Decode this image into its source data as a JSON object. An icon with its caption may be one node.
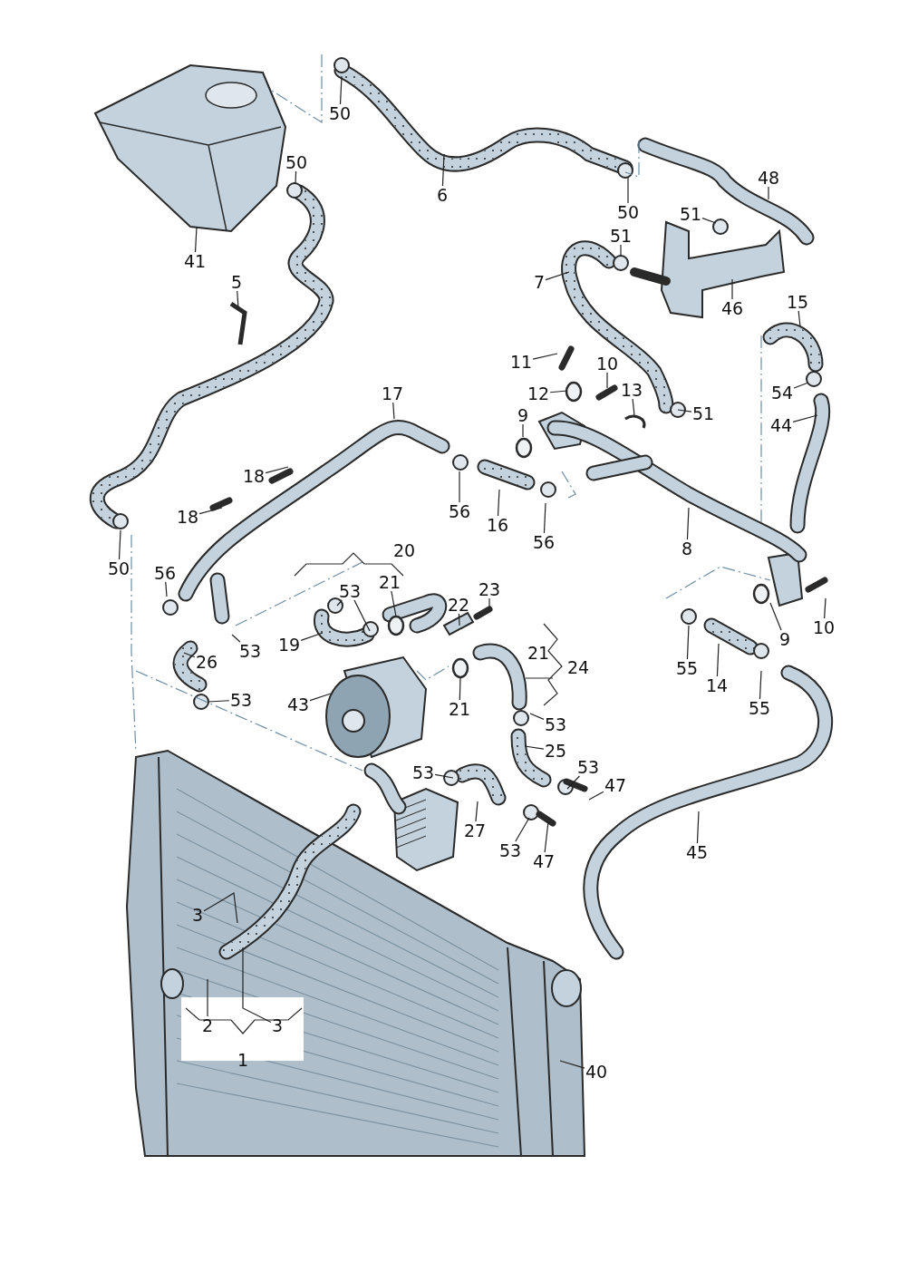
{
  "diagram": {
    "nodes": [
      {
        "text": [
          "50"
        ]
      },
      {
        "text": [
          "50"
        ]
      },
      {
        "text": [
          "6"
        ]
      },
      {
        "text": [
          "50"
        ]
      },
      {
        "text": [
          "48"
        ]
      },
      {
        "text": [
          "51"
        ]
      },
      {
        "text": [
          "41"
        ]
      },
      {
        "text": [
          "51"
        ]
      },
      {
        "text": [
          "5"
        ]
      },
      {
        "text": [
          "7"
        ]
      },
      {
        "text": [
          "46"
        ]
      },
      {
        "text": [
          "15"
        ]
      },
      {
        "text": [
          "11"
        ]
      },
      {
        "text": [
          "10"
        ]
      },
      {
        "text": [
          "12"
        ]
      },
      {
        "text": [
          "54"
        ]
      },
      {
        "text": [
          "13"
        ]
      },
      {
        "text": [
          "51"
        ]
      },
      {
        "text": [
          "17"
        ]
      },
      {
        "text": [
          "9"
        ]
      },
      {
        "text": [
          "44"
        ]
      },
      {
        "text": [
          "18"
        ]
      },
      {
        "text": [
          "56"
        ]
      },
      {
        "text": [
          "16"
        ]
      },
      {
        "text": [
          "18"
        ]
      },
      {
        "text": [
          "8"
        ]
      },
      {
        "text": [
          "56"
        ]
      },
      {
        "text": [
          "50"
        ]
      },
      {
        "text": [
          "56"
        ]
      },
      {
        "text": [
          "21"
        ]
      },
      {
        "text": [
          "53"
        ]
      },
      {
        "text": [
          "23"
        ]
      },
      {
        "text": [
          "22"
        ]
      },
      {
        "text": [
          "53"
        ]
      },
      {
        "text": [
          "19"
        ]
      },
      {
        "text": [
          "26"
        ]
      },
      {
        "text": [
          "55"
        ]
      },
      {
        "text": [
          "14"
        ]
      },
      {
        "text": [
          "53"
        ]
      },
      {
        "text": [
          "43"
        ]
      },
      {
        "text": [
          "21"
        ]
      },
      {
        "text": [
          "55"
        ]
      },
      {
        "text": [
          "53"
        ]
      },
      {
        "text": [
          "25"
        ]
      },
      {
        "text": [
          "53"
        ]
      },
      {
        "text": [
          "53"
        ]
      },
      {
        "text": [
          "47"
        ]
      },
      {
        "text": [
          "45"
        ]
      },
      {
        "text": [
          "27"
        ]
      },
      {
        "text": [
          "53"
        ]
      },
      {
        "text": [
          "47"
        ]
      },
      {
        "text": [
          "3"
        ]
      },
      {
        "text": [
          "2"
        ]
      },
      {
        "text": [
          "3"
        ]
      },
      {
        "text": [
          "40"
        ]
      },
      {
        "text": [
          "9"
        ]
      },
      {
        "text": [
          "10"
        ]
      }
    ],
    "edges": [
      {
        "from": 0,
        "to": null,
        "arrow": "none"
      },
      {
        "from": 1,
        "to": null,
        "arrow": "none"
      },
      {
        "from": 2,
        "to": null,
        "arrow": "none"
      },
      {
        "from": 3,
        "to": null,
        "arrow": "none"
      },
      {
        "from": 4,
        "to": null,
        "arrow": "none"
      },
      {
        "from": 5,
        "to": null,
        "arrow": "none"
      },
      {
        "from": 6,
        "to": null,
        "arrow": "none"
      },
      {
        "from": 7,
        "to": null,
        "arrow": "none"
      },
      {
        "from": 8,
        "to": null,
        "arrow": "none"
      },
      {
        "from": 9,
        "to": null,
        "arrow": "none"
      },
      {
        "from": 10,
        "to": null,
        "arrow": "none"
      },
      {
        "from": 11,
        "to": null,
        "arrow": "none"
      },
      {
        "from": 12,
        "to": null,
        "arrow": "none"
      },
      {
        "from": 13,
        "to": null,
        "arrow": "none"
      },
      {
        "from": 14,
        "to": null,
        "arrow": "none"
      },
      {
        "from": 15,
        "to": null,
        "arrow": "none"
      },
      {
        "from": 16,
        "to": null,
        "arrow": "none"
      },
      {
        "from": 17,
        "to": null,
        "arrow": "none"
      },
      {
        "from": 18,
        "to": null,
        "arrow": "none"
      },
      {
        "from": 19,
        "to": null,
        "arrow": "none"
      },
      {
        "from": 20,
        "to": null,
        "arrow": "none"
      },
      {
        "from": 21,
        "to": null,
        "arrow": "none"
      },
      {
        "from": 22,
        "to": null,
        "arrow": "none"
      },
      {
        "from": 23,
        "to": null,
        "arrow": "none"
      },
      {
        "from": 24,
        "to": null,
        "arrow": "none"
      },
      {
        "from": 25,
        "to": null,
        "arrow": "none"
      },
      {
        "from": 26,
        "to": null,
        "arrow": "none"
      },
      {
        "from": 27,
        "to": null,
        "arrow": "none"
      },
      {
        "from": 28,
        "to": null,
        "arrow": "none"
      },
      {
        "from": 29,
        "to": null,
        "arrow": "none"
      },
      {
        "from": 30,
        "to": null,
        "arrow": "none"
      },
      {
        "from": 30,
        "to": null,
        "arrow": "none"
      },
      {
        "from": 31,
        "to": null,
        "arrow": "none"
      },
      {
        "from": 32,
        "to": null,
        "arrow": "none"
      },
      {
        "from": 33,
        "to": null,
        "arrow": "none"
      },
      {
        "from": 34,
        "to": null,
        "arrow": "none"
      },
      {
        "from": 35,
        "to": null,
        "arrow": "none"
      },
      {
        "from": 36,
        "to": null,
        "arrow": "none"
      },
      {
        "from": 37,
        "to": null,
        "arrow": "none"
      },
      {
        "from": 38,
        "to": null,
        "arrow": "none"
      },
      {
        "from": 39,
        "to": null,
        "arrow": "none"
      },
      {
        "from": 40,
        "to": null,
        "arrow": "none"
      },
      {
        "from": 41,
        "to": null,
        "arrow": "none"
      },
      {
        "from": 42,
        "to": null,
        "arrow": "none"
      },
      {
        "from": 43,
        "to": null,
        "arrow": "none"
      },
      {
        "from": 44,
        "to": null,
        "arrow": "none"
      },
      {
        "from": 45,
        "to": null,
        "arrow": "none"
      },
      {
        "from": 46,
        "to": null,
        "arrow": "none"
      },
      {
        "from": 47,
        "to": null,
        "arrow": "none"
      },
      {
        "from": 48,
        "to": null,
        "arrow": "none"
      },
      {
        "from": 49,
        "to": null,
        "arrow": "none"
      },
      {
        "from": 50,
        "to": null,
        "arrow": "none"
      },
      {
        "from": 51,
        "to": null,
        "arrow": "none"
      },
      {
        "from": 52,
        "to": null,
        "arrow": "none"
      },
      {
        "from": 53,
        "to": null,
        "arrow": "none"
      },
      {
        "from": 54,
        "to": null,
        "arrow": "none"
      },
      {
        "from": 55,
        "to": null,
        "arrow": "none"
      },
      {
        "from": 56,
        "to": null,
        "arrow": "none"
      }
    ],
    "labels": [
      "20",
      "21",
      "24",
      "1"
    ]
  }
}
